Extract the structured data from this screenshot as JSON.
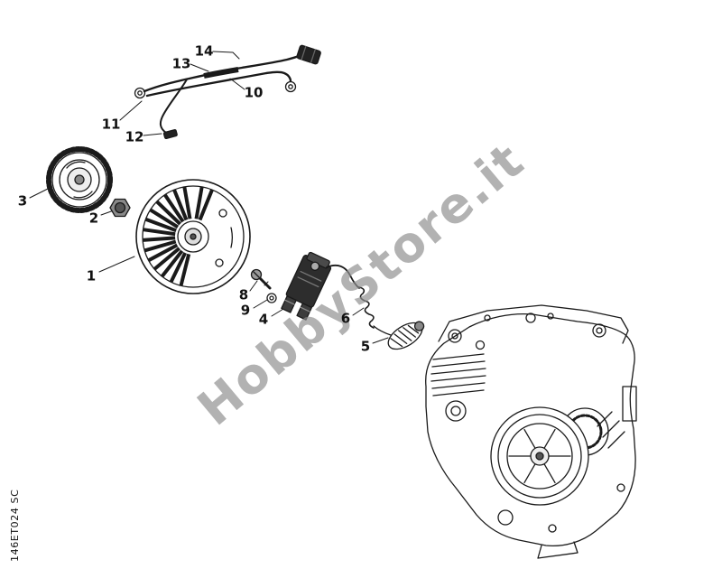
{
  "watermark": "HobbyStore.it",
  "drawing_code": "146ET024 SC",
  "colors": {
    "background": "#ffffff",
    "line": "#1a1a1a",
    "watermark": "#8f8f8f"
  },
  "callouts": [
    {
      "label": "14"
    },
    {
      "label": "13"
    },
    {
      "label": "10"
    },
    {
      "label": "11"
    },
    {
      "label": "12"
    },
    {
      "label": "3"
    },
    {
      "label": "2"
    },
    {
      "label": "1"
    },
    {
      "label": "8"
    },
    {
      "label": "9"
    },
    {
      "label": "4"
    },
    {
      "label": "6"
    },
    {
      "label": "5"
    }
  ]
}
